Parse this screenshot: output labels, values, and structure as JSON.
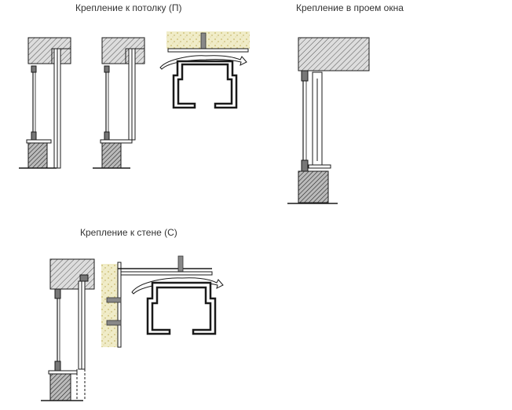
{
  "captions": {
    "ceiling": "Крепление к потолку (П)",
    "window": "Крепление в проем окна",
    "wall": "Крепление к стене (С)"
  },
  "colors": {
    "line": "#1a1a1a",
    "hatch_fill": "#dddddd",
    "concrete": "#f0ecc8",
    "concrete_dot": "#c9b96a",
    "arrow_fill": "#ffffff"
  }
}
